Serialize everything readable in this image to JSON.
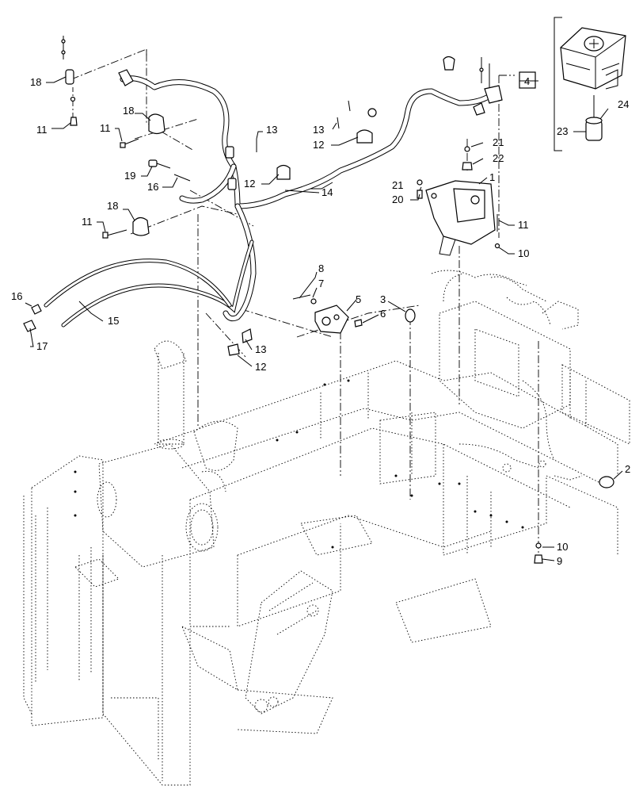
{
  "diagram": {
    "callouts": [
      {
        "id": "c1",
        "label": "1"
      },
      {
        "id": "c2",
        "label": "2"
      },
      {
        "id": "c3",
        "label": "3"
      },
      {
        "id": "c4",
        "label": "4"
      },
      {
        "id": "c5",
        "label": "5"
      },
      {
        "id": "c6",
        "label": "6"
      },
      {
        "id": "c7",
        "label": "7"
      },
      {
        "id": "c8",
        "label": "8"
      },
      {
        "id": "c9",
        "label": "9"
      },
      {
        "id": "c10a",
        "label": "10"
      },
      {
        "id": "c10b",
        "label": "10"
      },
      {
        "id": "c11a",
        "label": "11"
      },
      {
        "id": "c11b",
        "label": "11"
      },
      {
        "id": "c11c",
        "label": "11"
      },
      {
        "id": "c11d",
        "label": "11"
      },
      {
        "id": "c12a",
        "label": "12"
      },
      {
        "id": "c12b",
        "label": "12"
      },
      {
        "id": "c12c",
        "label": "12"
      },
      {
        "id": "c13a",
        "label": "13"
      },
      {
        "id": "c13b",
        "label": "13"
      },
      {
        "id": "c13c",
        "label": "13"
      },
      {
        "id": "c14",
        "label": "14"
      },
      {
        "id": "c15",
        "label": "15"
      },
      {
        "id": "c16a",
        "label": "16"
      },
      {
        "id": "c16b",
        "label": "16"
      },
      {
        "id": "c17",
        "label": "17"
      },
      {
        "id": "c18a",
        "label": "18"
      },
      {
        "id": "c18b",
        "label": "18"
      },
      {
        "id": "c18c",
        "label": "18"
      },
      {
        "id": "c19",
        "label": "19"
      },
      {
        "id": "c20",
        "label": "20"
      },
      {
        "id": "c21a",
        "label": "21"
      },
      {
        "id": "c21b",
        "label": "21"
      },
      {
        "id": "c22",
        "label": "22"
      },
      {
        "id": "c23",
        "label": "23"
      },
      {
        "id": "c24",
        "label": "24"
      }
    ]
  }
}
